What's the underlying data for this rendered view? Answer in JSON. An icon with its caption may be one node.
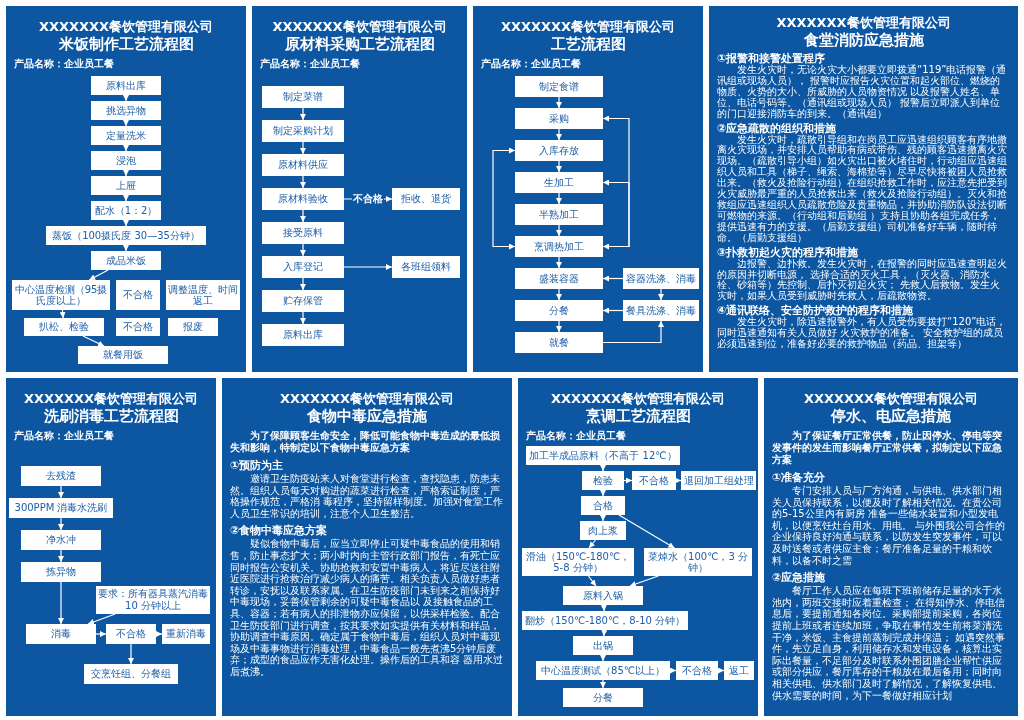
{
  "diagram": {
    "nodes": [
      {
        "text": [
          "XXXXXXX餐饮管理有限公司",
          "米饭制作工艺流程图",
          "产品名称：企业员工餐"
        ]
      },
      {
        "text": [
          "原料出库"
        ],
        "in": 0
      },
      {
        "text": [
          "挑选异物"
        ],
        "in": 0
      },
      {
        "text": [
          "定量洗米"
        ],
        "in": 0
      },
      {
        "text": [
          "浸泡"
        ],
        "in": 0
      },
      {
        "text": [
          "上屉"
        ],
        "in": 0
      },
      {
        "text": [
          "配水（1：2）"
        ],
        "in": 0
      },
      {
        "text": [
          "蒸饭（100摄氏度 30—35分钟）"
        ],
        "in": 0
      },
      {
        "text": [
          "成品米饭"
        ],
        "in": 0
      },
      {
        "text": [
          "中心温度检测（95摄氏度以上）"
        ],
        "in": 0
      },
      {
        "text": [
          "不合格"
        ],
        "in": 0
      },
      {
        "text": [
          "调整温度、时间返工"
        ],
        "in": 0
      },
      {
        "text": [
          "扒松、检验"
        ],
        "in": 0
      },
      {
        "text": [
          "不合格"
        ],
        "in": 0
      },
      {
        "text": [
          "报废"
        ],
        "in": 0
      },
      {
        "text": [
          "就餐用饭"
        ],
        "in": 0
      },
      {
        "text": [
          "XXXXXXX餐饮管理有限公司",
          "原材料采购工艺流程图",
          "产品名称：企业员工餐"
        ]
      },
      {
        "text": [
          "制定菜谱"
        ],
        "in": 16
      },
      {
        "text": [
          "制定采购计划"
        ],
        "in": 16
      },
      {
        "text": [
          "原材料供应"
        ],
        "in": 16
      },
      {
        "text": [
          "原材料验收"
        ],
        "in": 16
      },
      {
        "text": [
          "接受原料"
        ],
        "in": 16
      },
      {
        "text": [
          "入库登记"
        ],
        "in": 16
      },
      {
        "text": [
          "贮存保管"
        ],
        "in": 16
      },
      {
        "text": [
          "原料出库"
        ],
        "in": 16
      },
      {
        "text": [
          "拒收、退货"
        ],
        "in": 16
      },
      {
        "text": [
          "各班组领料"
        ],
        "in": 16
      },
      {
        "text": [
          "XXXXXXX餐饮管理有限公司",
          "工艺流程图",
          "产品名称：企业员工餐"
        ]
      },
      {
        "text": [
          "制定食谱"
        ],
        "in": 27
      },
      {
        "text": [
          "采购"
        ],
        "in": 27
      },
      {
        "text": [
          "入库存放"
        ],
        "in": 27
      },
      {
        "text": [
          "生加工"
        ],
        "in": 27
      },
      {
        "text": [
          "半熟加工"
        ],
        "in": 27
      },
      {
        "text": [
          "烹调热加工"
        ],
        "in": 27
      },
      {
        "text": [
          "盛装容器"
        ],
        "in": 27
      },
      {
        "text": [
          "分餐"
        ],
        "in": 27
      },
      {
        "text": [
          "就餐"
        ],
        "in": 27
      },
      {
        "text": [
          "容器洗涤、消毒"
        ],
        "in": 27
      },
      {
        "text": [
          "餐具洗涤、消毒"
        ],
        "in": 27
      },
      {
        "text": [
          "XXXXXXX餐饮管理有限公司",
          "食堂消防应急措施",
          "①报警和接警处置程序",
          "发生火灾时，无论火灾大小都要立即拨通“119”电话报警（通讯组或现场人员）， 报警时应报告火灾位置和起火部位、燃烧的物质、火势的大小、所威胁的人员物资情况 以及报警人姓名、单位、电话号码等。（通讯组或现场人员） 报警后立即派人到单位的门口迎接消防车的到来。（通讯组）",
          "②应急疏散的组织和措施",
          "发生火灾时，疏散引导组和在岗员工应迅速组织顾客有序地撤离火灾现场，并安排人员帮助有病或带伤、残的顾客迅速撤离火灾现场。（疏散引导小组）如火灾出口被火堵住时，行动组应迅速组织人员和工具（梯子、绳索、海棉垫等）尽早尽快将被困人员抢救出来。（救火及抢险行动组）在组织抢救工作时，应注意先把受到火灾威胁最严重的人员抢救出来（救火及抢险行动组）。灭火和抢救组应迅速组织人员疏散危险及贵重物品，并协助消防队设法切断可燃物的来源。（行动组和后勤组 ）支持且协助各组完成任务，提供迅速有力的支援。（后勤支援组）司机准备好车辆，随时待命。（后勤支援组）",
          "③扑救初起火灾的程序和措施",
          "边报警、边扑救。发生火灾时，在报警的同时应迅速查明起火的原因并切断电源， 选择合适的灭火工具，（灭火器、消防水栓、砂箱等）先控制、后扑灭初起火灾； 先救人后救物。发生火灾时，如果人员受到威胁时先救人，后疏散物资。",
          "④通讯联络、安全防护救护的程序和措施",
          "发生火灾时，除迅速报警外，有人员受伤要拨打“120”电话，同时迅速通知有关人员做好 火灾救护的准备。 安全救护组的成员必须迅速到位，准备好必要的救护物品（药品、担架等）"
        ]
      },
      {
        "text": [
          "XXXXXXX餐饮管理有限公司",
          "洗刷消毒工艺流程图",
          "产品名称：企业员工餐"
        ]
      },
      {
        "text": [
          "去残渣"
        ],
        "in": 40
      },
      {
        "text": [
          "300PPM 消毒水洗刷"
        ],
        "in": 40
      },
      {
        "text": [
          "净水冲"
        ],
        "in": 40
      },
      {
        "text": [
          "拣异物"
        ],
        "in": 40
      },
      {
        "text": [
          "要求：所有器具蒸汽消毒 10 分钟以上"
        ],
        "in": 40
      },
      {
        "text": [
          "消毒"
        ],
        "in": 40
      },
      {
        "text": [
          "不合格"
        ],
        "in": 40
      },
      {
        "text": [
          "重新消毒"
        ],
        "in": 40
      },
      {
        "text": [
          "交烹饪组、分餐组"
        ],
        "in": 40
      },
      {
        "text": [
          "XXXXXXX餐饮管理有限公司",
          "食物中毒应急措施",
          "为了保障顾客生命安全，降低可能食物中毒造成的最低损失和影响，特制定以下食物中毒应急方案",
          "①预防为主",
          "邀请卫生防疫站来人对食堂进行检查，查找隐患，防患未然。组织人员每天对购进的蔬菜进行检查，严格索证制度，严格操作规范，严格消 毒程序，坚持留样制度。加强对食堂工作人员卫生常识的培训，注意个人卫生整洁。",
          "②食物中毒应急方案",
          "疑似食物中毒后，应当立即停止可疑中毒食品的使用和销售，防止事态扩大；两小时内向主管行政部门报告，有死亡应同时报告公安机关。协助抢救和安置中毒病人，将近尽送往附近医院进行抢救治疗减少病人的痛苦。相关负责人员做好患者转诊，安抚以及联系家属。在卫生防疫部门未到来之前保持好中毒现场，妥善保管剩余的可疑中毒食品以 及接触食品的工具、容器；若有病人的排泄物亦应保留，以供采样检验。配合卫生防疫部门进行调查，按其要求如实提供有关材料和样品，协助调查中毒原因。确定属于食物中毒后，组织人员对中毒现场及中毒事物进行消毒处理，中毒食品一般先煮沸5分钟后废弃；成型的食品应作无害化处理。操作后的工具和容 器用水过后煮沸。"
        ]
      },
      {
        "text": [
          "XXXXXXX餐饮管理有限公司",
          "烹调工艺流程图",
          "产品名称：企业员工餐"
        ]
      },
      {
        "text": [
          "加工半成品原料（不高于 12℃）"
        ],
        "in": 51
      },
      {
        "text": [
          "检验"
        ],
        "in": 51
      },
      {
        "text": [
          "不合格"
        ],
        "in": 51
      },
      {
        "text": [
          "退回加工组处理"
        ],
        "in": 51
      },
      {
        "text": [
          "合格"
        ],
        "in": 51
      },
      {
        "text": [
          "肉上浆"
        ],
        "in": 51
      },
      {
        "text": [
          "滑油（150℃-180℃，5-8 分钟）"
        ],
        "in": 51
      },
      {
        "text": [
          "菜焯水（100℃，3 分钟）"
        ],
        "in": 51
      },
      {
        "text": [
          "原料入锅"
        ],
        "in": 51
      },
      {
        "text": [
          "翻炒（150℃-180℃，8-10 分钟）"
        ],
        "in": 51
      },
      {
        "text": [
          "出锅"
        ],
        "in": 51
      },
      {
        "text": [
          "中心温度测试（85℃以上）"
        ],
        "in": 51
      },
      {
        "text": [
          "不合格"
        ],
        "in": 51
      },
      {
        "text": [
          "返工"
        ],
        "in": 51
      },
      {
        "text": [
          "分餐"
        ],
        "in": 51
      },
      {
        "text": [
          "XXXXXXX餐饮管理有限公司",
          "停水、电应急措施",
          "为了保证餐厅正常供餐，防止因停水、停电等突发事件的发生而影响餐厅正常供餐，拟制定以下应急方案",
          "①准备充分",
          "专门安排人员与厂方沟通，与供电、供水部门相关人员保持联系，以便及时了解相关情况。在贵公司的5-15公里内有厨房 准备一些储水装置和小型发电机，以便烹饪灶台用水、用电。 与外围我公司合作的企业保持良好沟通与联系，以防发生突发事件，可以及时送餐或者供应主食；餐厅准备足量的干粮和饮料，以备不时之需",
          "②应急措施",
          "餐厅工作人员应在每班下班前储存足量的水于水池内，两班交接时应着重检查； 在得知停水、停电信息后，要提前通知各岗位。采购部提前采购，各岗位提前上班或者连续加班，争取在事情发生前将菜清洗干净，米饭、主食提前蒸制完成并保温； 如遇突然事件，先立足自身，利用储存水和发电设备，核算出实际出餐量，不足部分及时联系外围团膳企业帮忙供应或部分供应，餐厅库存的干粮放在最后备用；同时向相关供电、供水部门及时了解情况，了解恢复供电、供水需要的时间，为下一餐做好相应计划"
        ]
      }
    ],
    "edges": [
      {
        "from": 1,
        "to": 2,
        "arrow": "to"
      },
      {
        "from": 2,
        "to": 3,
        "arrow": "to"
      },
      {
        "from": 3,
        "to": 4,
        "arrow": "to"
      },
      {
        "from": 4,
        "to": 5,
        "arrow": "to"
      },
      {
        "from": 5,
        "to": 6,
        "arrow": "to"
      },
      {
        "from": 6,
        "to": 7,
        "arrow": "to"
      },
      {
        "from": 7,
        "to": 8,
        "arrow": "to"
      },
      {
        "from": 8,
        "to": 9,
        "arrow": "to"
      },
      {
        "from": 9,
        "to": 12,
        "arrow": "to"
      },
      {
        "from": 12,
        "to": 15,
        "arrow": "to"
      },
      {
        "from": 17,
        "to": 18,
        "arrow": "to"
      },
      {
        "from": 18,
        "to": 19,
        "arrow": "to"
      },
      {
        "from": 19,
        "to": 20,
        "arrow": "to"
      },
      {
        "from": 20,
        "to": 21,
        "arrow": "to"
      },
      {
        "from": 21,
        "to": 22,
        "arrow": "to"
      },
      {
        "from": 22,
        "to": 23,
        "arrow": "to"
      },
      {
        "from": 23,
        "to": 24,
        "arrow": "to"
      },
      {
        "from": 20,
        "to": 25,
        "arrow": "to",
        "label": "不合格"
      },
      {
        "from": 22,
        "to": 26,
        "arrow": "to"
      },
      {
        "from": 28,
        "to": 29,
        "arrow": "to"
      },
      {
        "from": 29,
        "to": 30,
        "arrow": "to"
      },
      {
        "from": 30,
        "to": 31,
        "arrow": "to"
      },
      {
        "from": 31,
        "to": 32,
        "arrow": "to"
      },
      {
        "from": 32,
        "to": 33,
        "arrow": "to"
      },
      {
        "from": 33,
        "to": 34,
        "arrow": "to"
      },
      {
        "from": 34,
        "to": 35,
        "arrow": "to"
      },
      {
        "from": 35,
        "to": 36,
        "arrow": "to"
      },
      {
        "from": 33,
        "to": 29,
        "arrow": "both"
      },
      {
        "from": 33,
        "to": 31,
        "arrow": "to"
      },
      {
        "from": 30,
        "to": 33,
        "arrow": "both"
      },
      {
        "from": 37,
        "to": 34,
        "arrow": "to"
      },
      {
        "from": 38,
        "to": 35,
        "arrow": "to"
      },
      {
        "from": 37,
        "to": 38,
        "arrow": "to"
      },
      {
        "from": 36,
        "to": 38,
        "arrow": "to"
      },
      {
        "from": 41,
        "to": 42,
        "arrow": "to"
      },
      {
        "from": 42,
        "to": 43,
        "arrow": "to"
      },
      {
        "from": 43,
        "to": 44,
        "arrow": "to"
      },
      {
        "from": 44,
        "to": 46,
        "arrow": "to"
      },
      {
        "from": 45,
        "to": 46,
        "arrow": "to"
      },
      {
        "from": 46,
        "to": 47,
        "arrow": "to"
      },
      {
        "from": 47,
        "to": 48,
        "arrow": "to"
      },
      {
        "from": 47,
        "to": 49,
        "arrow": "to"
      },
      {
        "from": 52,
        "to": 53,
        "arrow": "to"
      },
      {
        "from": 53,
        "to": 54,
        "arrow": "to"
      },
      {
        "from": 54,
        "to": 55,
        "arrow": "to"
      },
      {
        "from": 53,
        "to": 56,
        "arrow": "to"
      },
      {
        "from": 56,
        "to": 57,
        "arrow": "to"
      },
      {
        "from": 56,
        "to": 59,
        "arrow": "to"
      },
      {
        "from": 57,
        "to": 58,
        "arrow": "to"
      },
      {
        "from": 58,
        "to": 60,
        "arrow": "to"
      },
      {
        "from": 59,
        "to": 60,
        "arrow": "to"
      },
      {
        "from": 60,
        "to": 61,
        "arrow": "to"
      },
      {
        "from": 61,
        "to": 62,
        "arrow": "to"
      },
      {
        "from": 62,
        "to": 63,
        "arrow": "to"
      },
      {
        "from": 63,
        "to": 64,
        "arrow": "to"
      },
      {
        "from": 64,
        "to": 65,
        "arrow": "to"
      },
      {
        "from": 63,
        "to": 66,
        "arrow": "to"
      }
    ]
  }
}
